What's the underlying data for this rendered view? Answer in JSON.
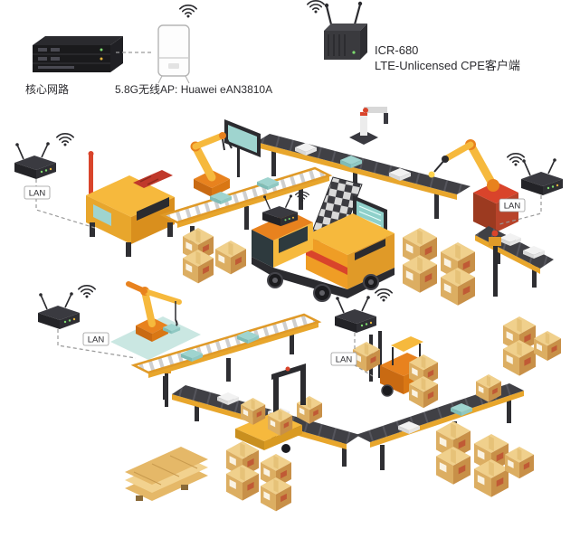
{
  "header": {
    "core_network": {
      "label": "核心网路"
    },
    "wireless_ap": {
      "label": "5.8G无线AP: Huawei eAN3810A"
    },
    "cpe": {
      "model": "ICR-680",
      "label": "LTE-Unlicensed CPE客户端"
    }
  },
  "lan_labels": {
    "top_left": "LAN",
    "top_right": "LAN",
    "mid_left": "LAN",
    "center": "LAN"
  },
  "colors": {
    "machine_yellow": "#f6b93d",
    "machine_orange": "#e8821e",
    "accent_red": "#d9442b",
    "belt_dark": "#404045",
    "box_tan": "#f0d08c",
    "device_dark": "#2b2b2f",
    "screen_teal": "#9fd4cf",
    "link_gray": "#9a9a9a"
  }
}
